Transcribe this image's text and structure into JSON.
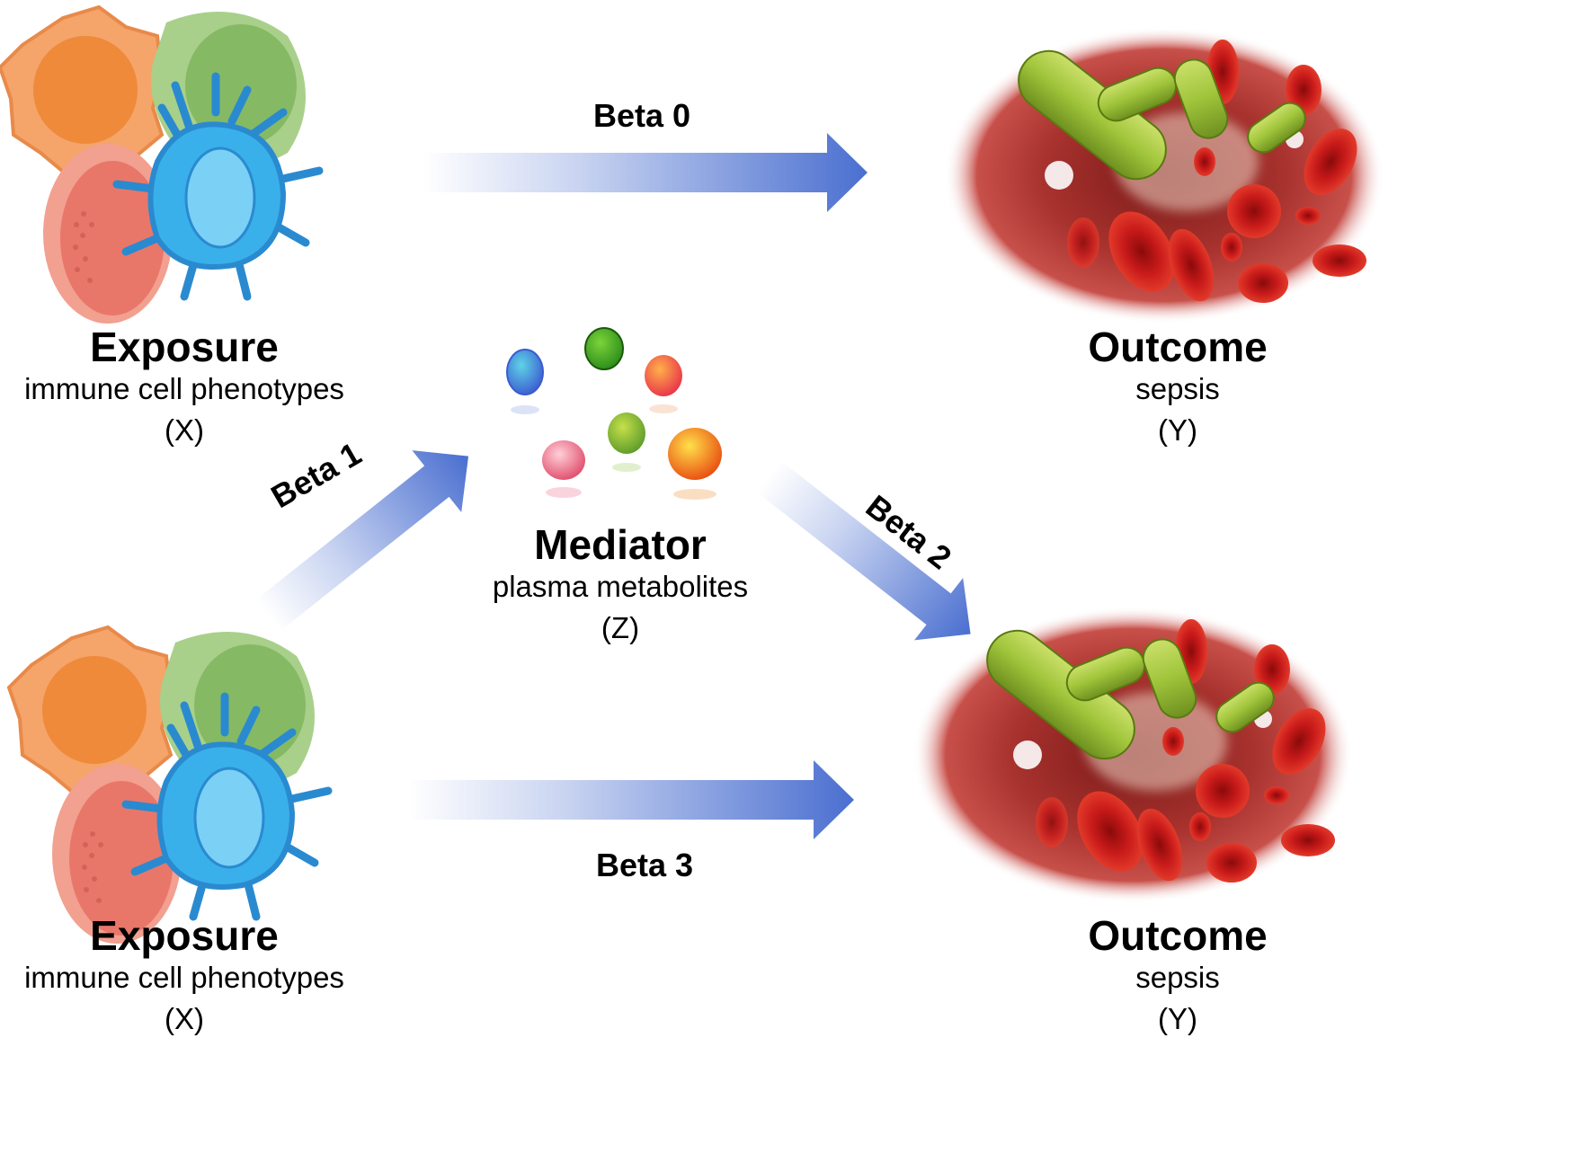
{
  "exposure_top": {
    "title": "Exposure",
    "subtitle": "immune cell phenotypes",
    "symbol": "(X)"
  },
  "exposure_bottom": {
    "title": "Exposure",
    "subtitle": "immune cell phenotypes",
    "symbol": "(X)"
  },
  "mediator": {
    "title": "Mediator",
    "subtitle": "plasma metabolites",
    "symbol": "(Z)"
  },
  "outcome_top": {
    "title": "Outcome",
    "subtitle": "sepsis",
    "symbol": "(Y)"
  },
  "outcome_bottom": {
    "title": "Outcome",
    "subtitle": "sepsis",
    "symbol": "(Y)"
  },
  "paths": {
    "beta0": "Beta 0",
    "beta1": "Beta 1",
    "beta2": "Beta 2",
    "beta3": "Beta 3"
  },
  "colors": {
    "arrow": "#4a6fd0",
    "monocyte": "#f0964e",
    "lymphocyte_green": "#8ac06a",
    "erythrocyte_cell": "#e8776a",
    "dendritic_cell": "#35a8e6",
    "blood_vessel": "#b8403a",
    "bacteria": "#9fc43a",
    "red_blood_cell": "#c81a1a"
  },
  "icons": [
    "immune-cells-illustration",
    "metabolite-dots-illustration",
    "infected-blood-vessel-illustration"
  ]
}
